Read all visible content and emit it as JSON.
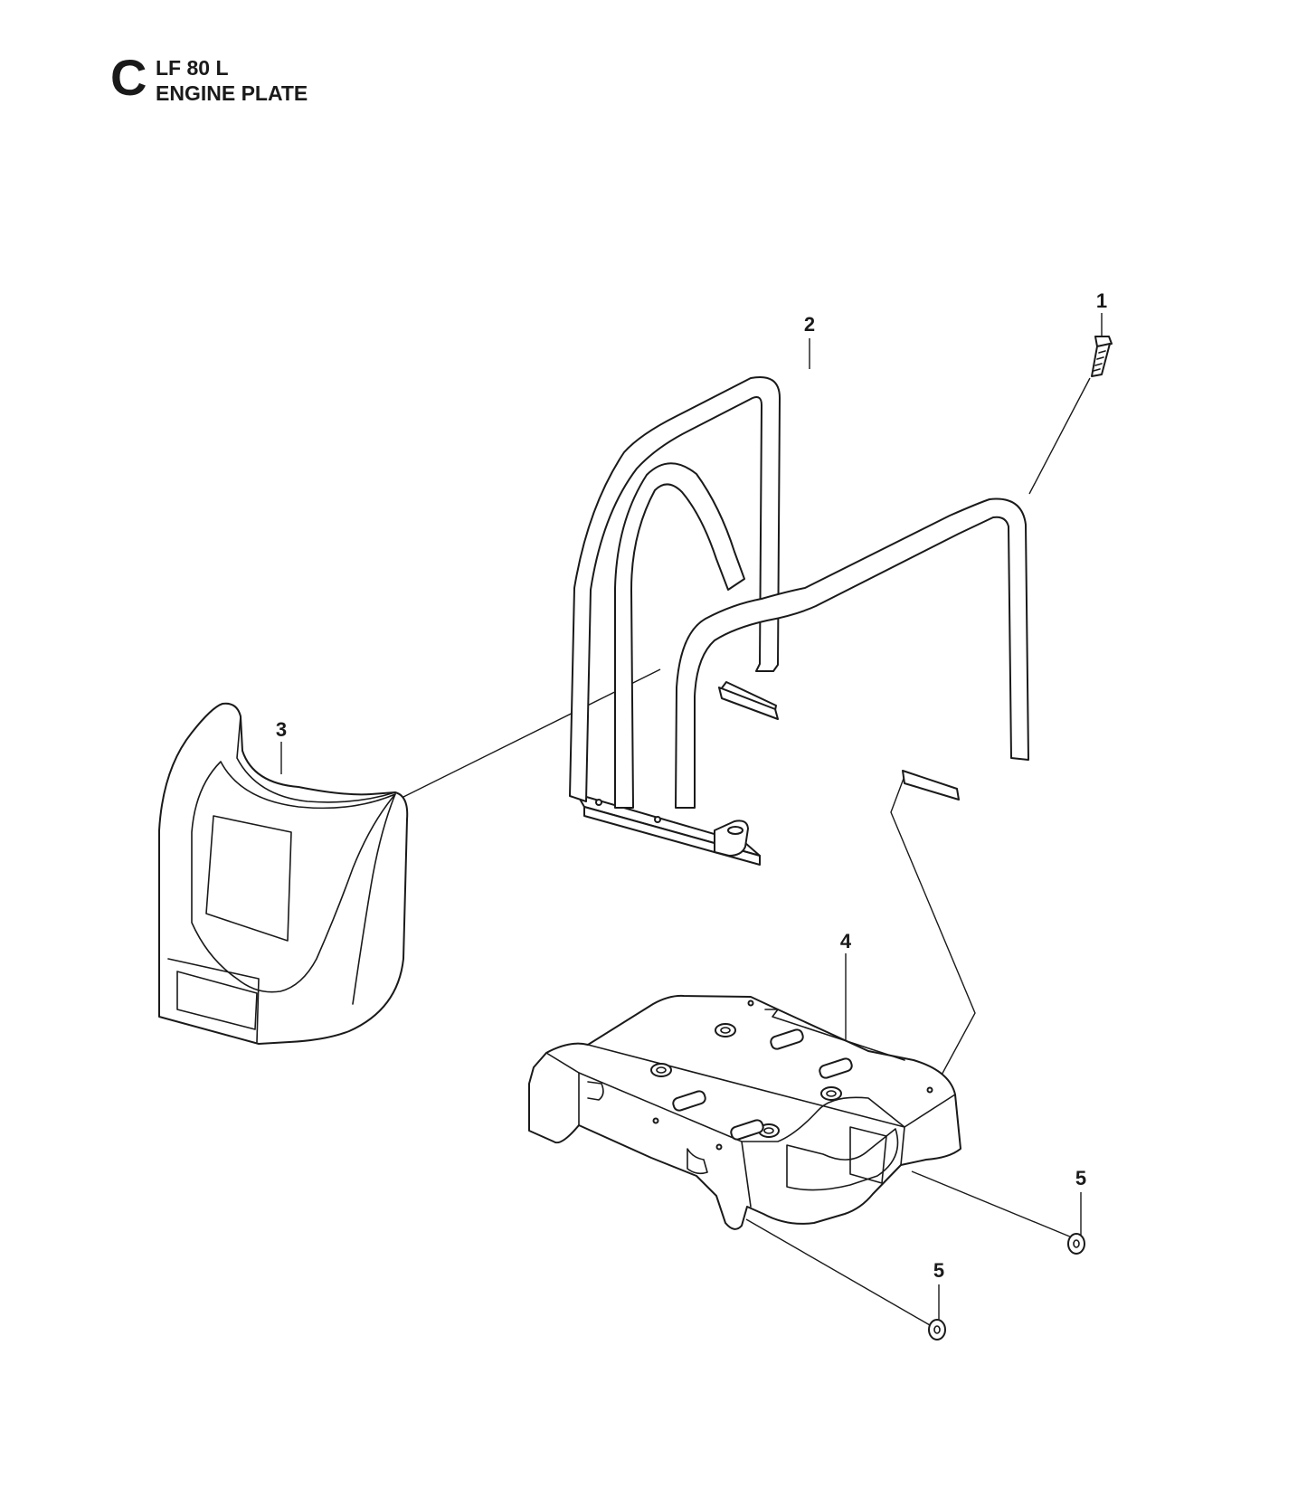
{
  "header": {
    "section_letter": "C",
    "model": "LF 80 L",
    "title": "ENGINE PLATE"
  },
  "callouts": [
    {
      "id": "1",
      "label": "1"
    },
    {
      "id": "2",
      "label": "2"
    },
    {
      "id": "3",
      "label": "3"
    },
    {
      "id": "4",
      "label": "4"
    },
    {
      "id": "5a",
      "label": "5"
    },
    {
      "id": "5b",
      "label": "5"
    }
  ],
  "parts": [
    {
      "number": "1",
      "icon": "bolt-icon"
    },
    {
      "number": "2",
      "icon": "handle-frame-icon"
    },
    {
      "number": "3",
      "icon": "cover-icon"
    },
    {
      "number": "4",
      "icon": "engine-plate-icon"
    },
    {
      "number": "5",
      "icon": "washer-icon"
    }
  ]
}
